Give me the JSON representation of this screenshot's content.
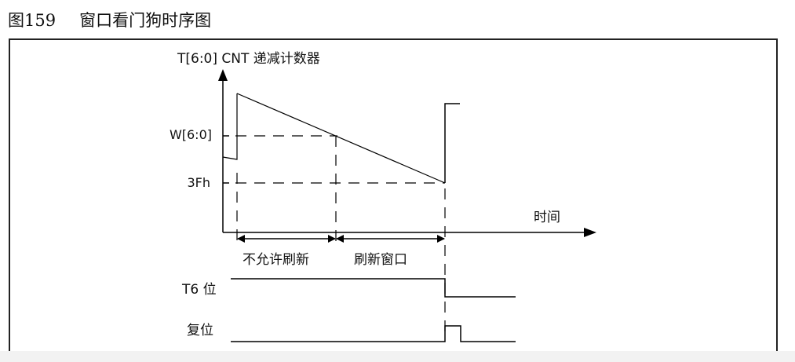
{
  "caption": {
    "figure_number": "图159",
    "title": "窗口看门狗时序图"
  },
  "diagram": {
    "y_axis_label": "T[6:0] CNT 递减计数器",
    "x_axis_label": "时间",
    "w_level_label": "W[6:0]",
    "threshold_label": "3Fh",
    "no_refresh_label": "不允许刷新",
    "refresh_window_label": "刷新窗口",
    "t6_bit_label": "T6 位",
    "reset_label": "复位"
  }
}
